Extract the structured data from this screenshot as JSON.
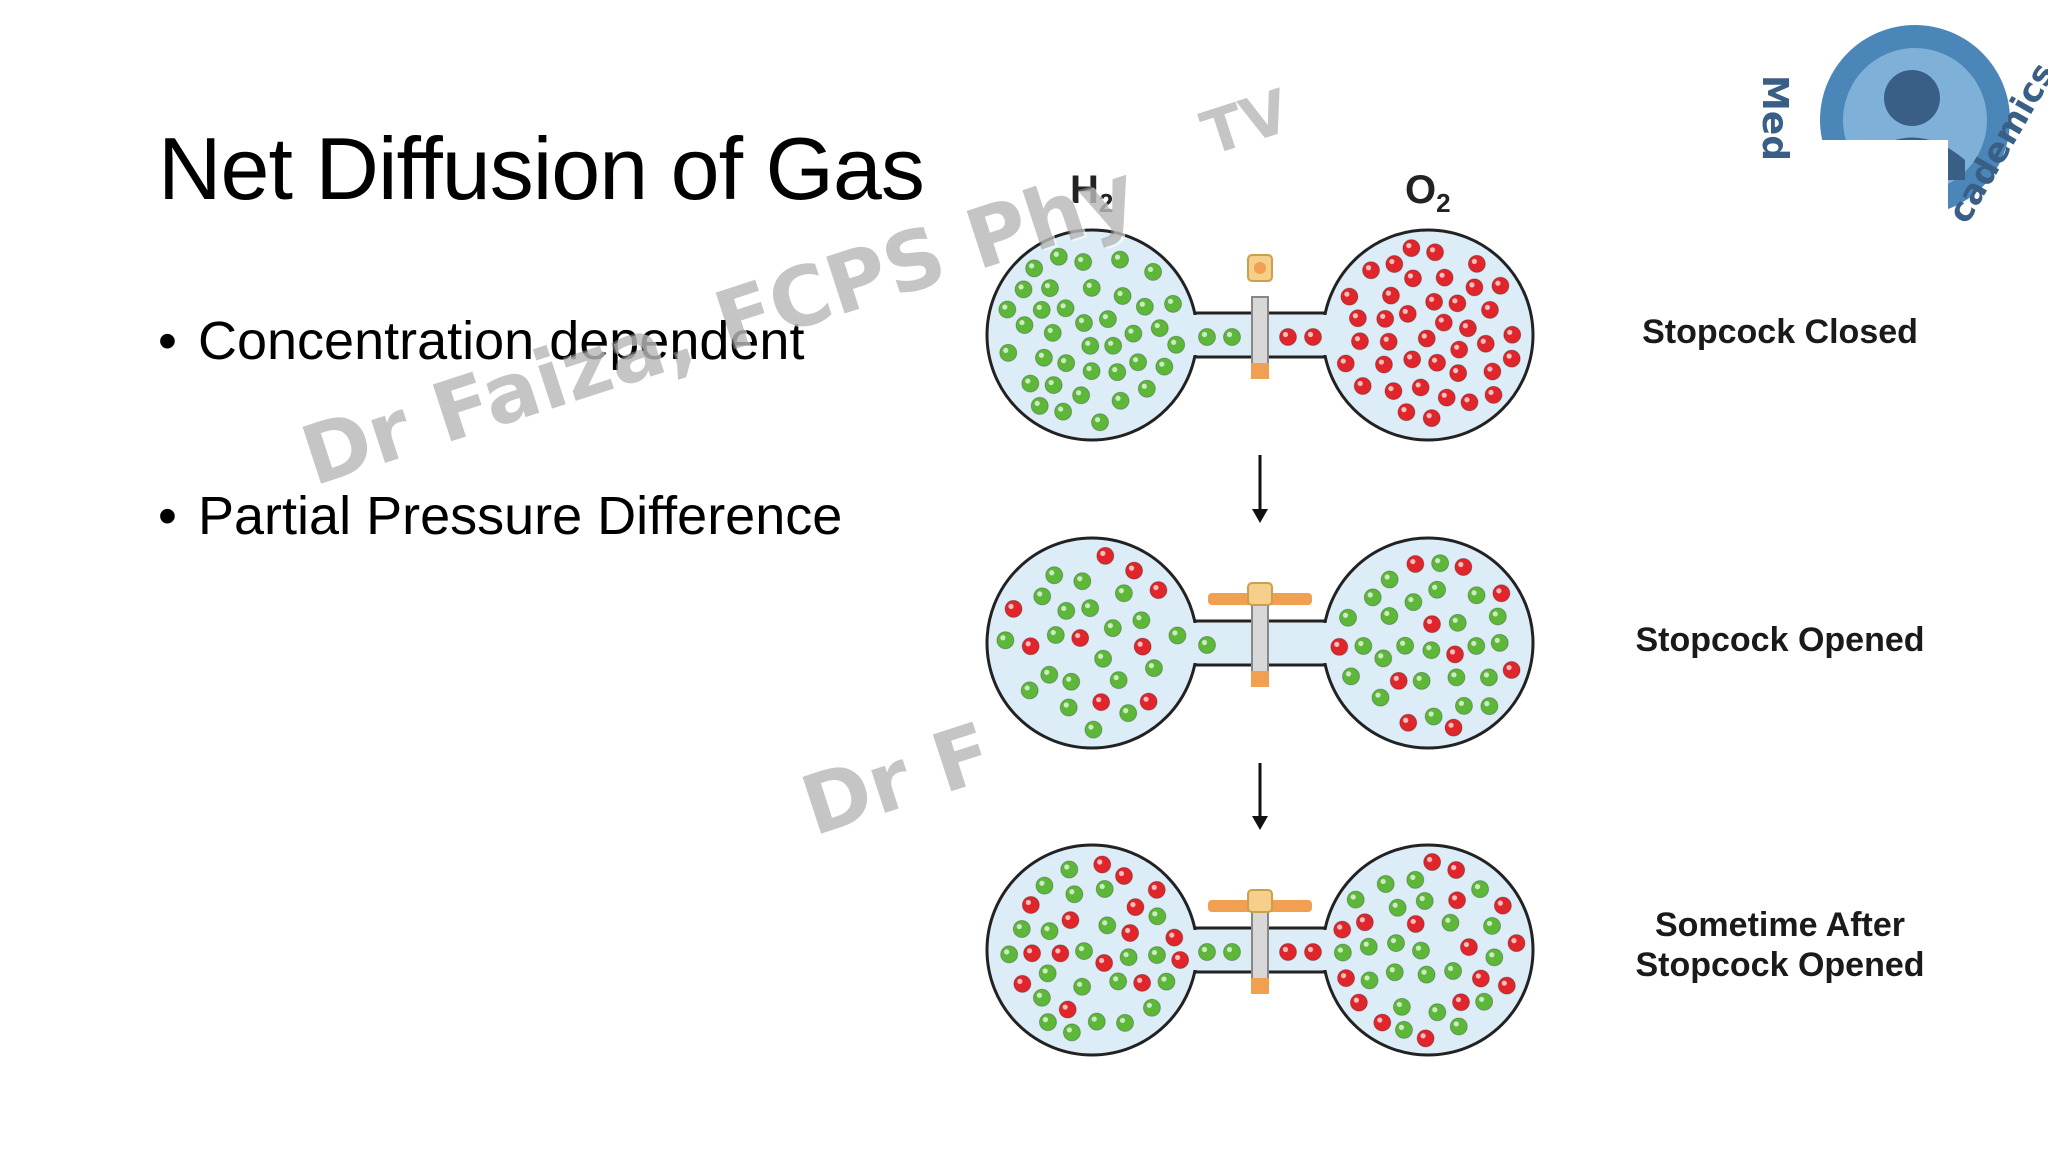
{
  "slide": {
    "title": "Net Diffusion of Gas",
    "bullets": [
      "Concentration dependent",
      "Partial Pressure Difference"
    ],
    "bullet_symbol": "•"
  },
  "watermark": {
    "text_1": "Dr Faiza, FCPS Phy",
    "text_2": "Dr F",
    "text_3": "TV"
  },
  "diagram": {
    "gas_left": "H",
    "gas_left_sub": "2",
    "gas_right": "O",
    "gas_right_sub": "2",
    "stages": [
      {
        "label_line1": "Stopcock  Closed",
        "label_line2": ""
      },
      {
        "label_line1": "Stopcock  Opened",
        "label_line2": ""
      },
      {
        "label_line1": "Sometime After",
        "label_line2": "Stopcock  Opened"
      }
    ],
    "colors": {
      "hydrogen": "#5db83a",
      "oxygen": "#e0262b",
      "flask_fill": "#dcedf7",
      "flask_stroke": "#222222",
      "valve": "#f0a050"
    }
  },
  "logo": {
    "text_a": "Med",
    "text_b": "cademics",
    "ring_color": "#4a86b8"
  }
}
